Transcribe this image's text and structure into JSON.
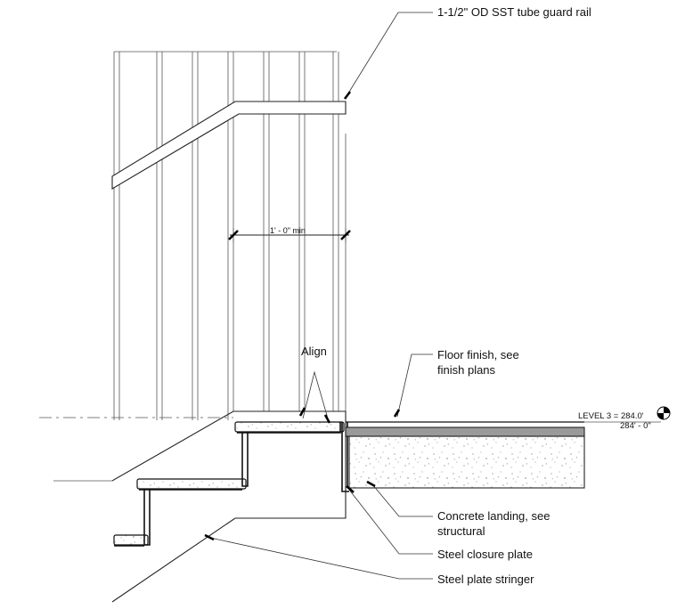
{
  "labels": {
    "guard_rail": "1-1/2\" OD SST tube guard rail",
    "dimension": "1' - 0\" min",
    "align": "Align",
    "floor_finish_line1": "Floor finish, see",
    "floor_finish_line2": "finish plans",
    "level_line1": "LEVEL 3 = 284.0'",
    "level_line2": "284' - 0\"",
    "concrete_line1": "Concrete landing, see",
    "concrete_line2": "structural",
    "closure_plate": "Steel closure plate",
    "stringer": "Steel plate stringer"
  },
  "icons": {
    "level_marker": "level-datum-icon"
  }
}
